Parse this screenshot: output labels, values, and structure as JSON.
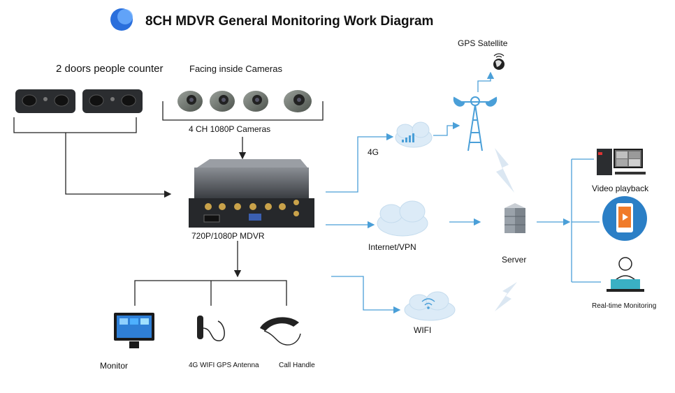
{
  "title": "8CH MDVR General Monitoring Work Diagram",
  "nodes": {
    "people_counter": "2 doors people counter",
    "inside_cameras": "Facing inside Cameras",
    "cameras_4ch": "4 CH 1080P Cameras",
    "mdvr": "720P/1080P MDVR",
    "gps": "GPS Satellite",
    "net_4g": "4G",
    "internet": "Internet/VPN",
    "wifi": "WIFI",
    "server": "Server",
    "video_playback": "Video playback",
    "realtime": "Real-time Monitoring",
    "monitor": "Monitor",
    "antenna": "4G WIFI GPS Antenna",
    "call_handle": "Call Handle"
  },
  "colors": {
    "accent_blue": "#4a9fd8",
    "device_dark": "#2b2d30",
    "line_dark": "#222222",
    "cloud": "#dcebf7"
  },
  "icons": [
    "logo-icon",
    "people-counter-icon",
    "dome-camera-icon",
    "mdvr-box-icon",
    "gps-satellite-icon",
    "signal-tower-icon",
    "cloud-icon",
    "lightning-icon",
    "server-icon",
    "desktop-icon",
    "phone-icon",
    "operator-icon",
    "monitor-icon",
    "antenna-icon",
    "call-handle-icon"
  ]
}
